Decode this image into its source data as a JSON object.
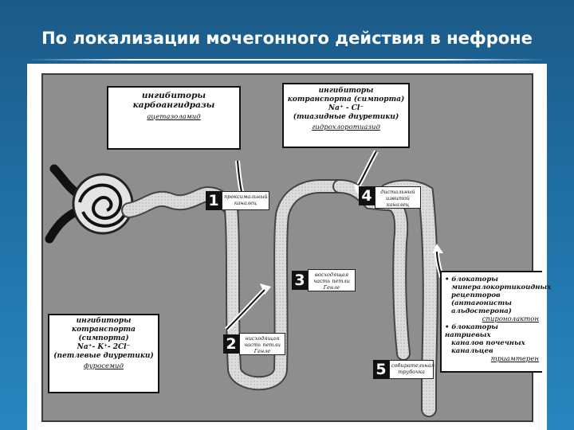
{
  "slide": {
    "title": "По локализации мочегонного действия в нефроне"
  },
  "callouts": {
    "carbonic": {
      "heading": [
        "ингибиторы",
        "карбоангидразы"
      ],
      "drug": "ацетазоламид"
    },
    "thiazide": {
      "heading": [
        "ингибиторы",
        "котранспорта (симпорта)",
        "Na⁺ - Cl⁻",
        "(тиазидные диуретики)"
      ],
      "drug": "гидрохлоротиазид"
    },
    "loop": {
      "heading": [
        "ингибиторы",
        "котранспорта",
        "(симпорта)",
        "Na⁺- K⁺- 2Cl⁻",
        "(петлевые диуретики)"
      ],
      "drug": "фуросемид"
    },
    "collecting": {
      "items": [
        "• блокаторы",
        "минералокортикоидных",
        "рецепторов",
        "(антагонисты",
        "альдостерона)"
      ],
      "drug1": "спиронолактон",
      "items2": [
        "• блокаторы натриевых",
        "каналов почечных",
        "канальцев"
      ],
      "drug2": "триамтерен"
    }
  },
  "segments": [
    {
      "number": "1",
      "label": "проксимальный каналец"
    },
    {
      "number": "2",
      "label": "нисходящая часть петли Генле"
    },
    {
      "number": "3",
      "label": "восходящая часть петли Генле"
    },
    {
      "number": "4",
      "label": "дистальный извитой каналец"
    },
    {
      "number": "5",
      "label": "собирательная трубочка"
    }
  ],
  "colors": {
    "background_top": "#1b5a88",
    "panel": "#8e8e8e",
    "tubule_fill": "#dcdcdc"
  }
}
